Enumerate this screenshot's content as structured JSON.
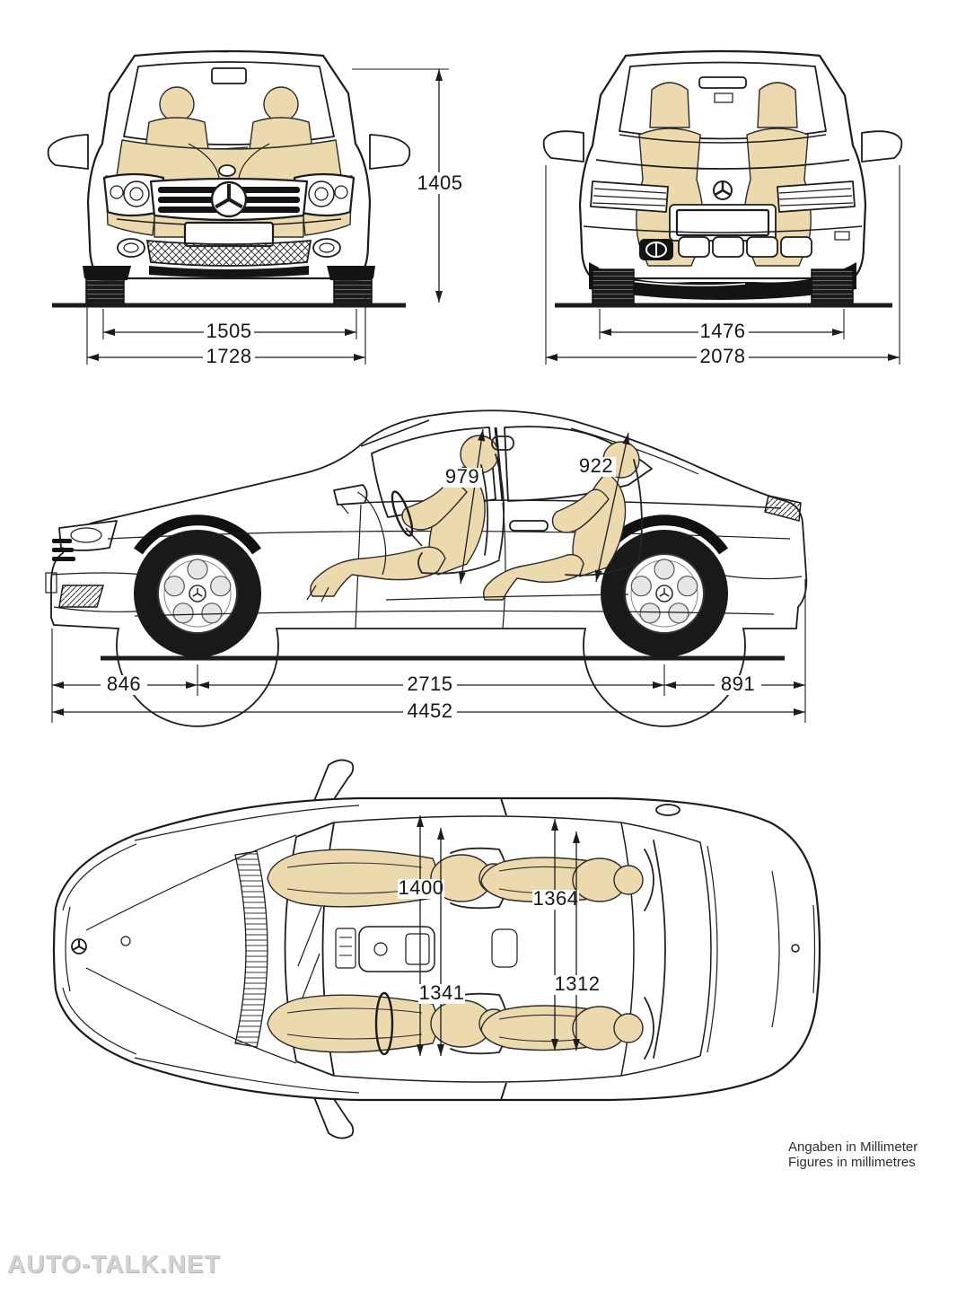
{
  "page": {
    "watermark": "AUTO-TALK.NET",
    "note": {
      "line1": "Angaben in Millimeter",
      "line2": "Figures in millimetres"
    }
  },
  "palette": {
    "line": "#1c1c1c",
    "occupant_fill": "#ecd9ad",
    "tire_fill": "#191919",
    "watermark_gray": "#d2d2d2",
    "background": "#ffffff"
  },
  "views": {
    "front": {
      "overall_height": "1405",
      "front_track": "1505",
      "overall_width": "1728"
    },
    "rear": {
      "rear_track": "1476",
      "width_incl_mirrors": "2078"
    },
    "side": {
      "front_headroom": "979",
      "rear_headroom": "922",
      "front_overhang": "846",
      "wheelbase": "2715",
      "rear_overhang": "891",
      "overall_length": "4452"
    },
    "top": {
      "widths": [
        "1400",
        "1341",
        "1364",
        "1312"
      ]
    }
  }
}
